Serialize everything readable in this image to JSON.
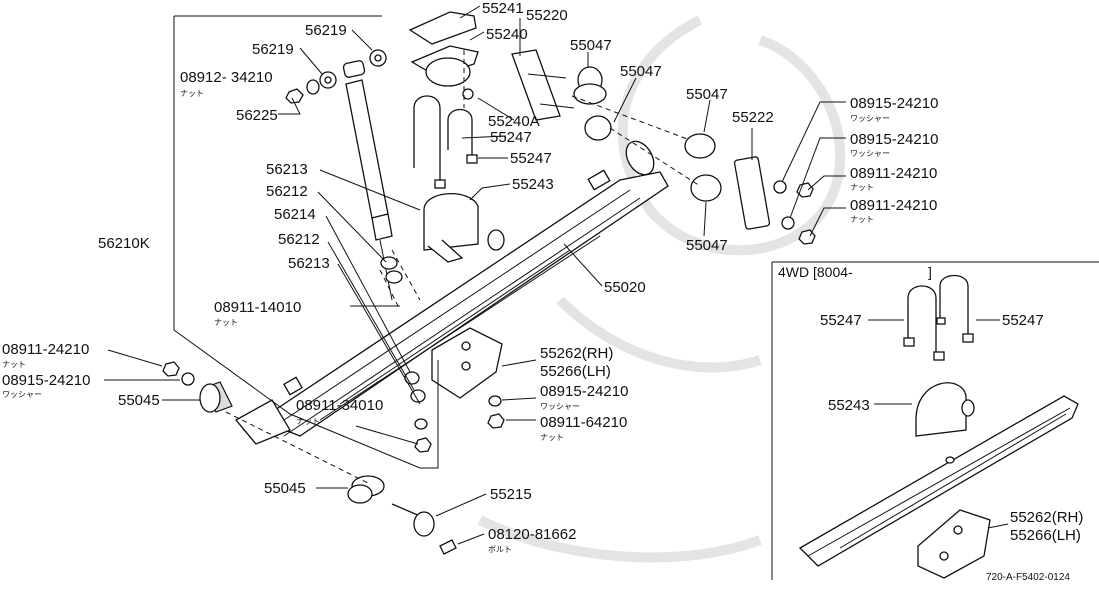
{
  "labels": {
    "p56219a": "56219",
    "p56219b": "56219",
    "p0891234210": "08912- 34210",
    "p0891234210_sub": "ナット",
    "p56225": "56225",
    "p55241": "55241",
    "p55220": "55220",
    "p55240": "55240",
    "p55240A": "55240A",
    "p55047a": "55047",
    "p55047b": "55047",
    "p55047c": "55047",
    "p55047d": "55047",
    "p55247a": "55247",
    "p55247b": "55247",
    "p55243": "55243",
    "p55222": "55222",
    "p0891524210a": "08915-24210",
    "p0891524210a_sub": "ワッシャー",
    "p0891524210b": "08915-24210",
    "p0891524210b_sub": "ワッシャー",
    "p0891124210a": "08911-24210",
    "p0891124210a_sub": "ナット",
    "p0891124210b": "08911-24210",
    "p0891124210b_sub": "ナット",
    "p56213a": "56213",
    "p56212a": "56212",
    "p56214": "56214",
    "p56212b": "56212",
    "p56213b": "56213",
    "p56210K": "56210K",
    "p55020": "55020",
    "p0891114010": "08911-14010",
    "p0891114010_sub": "ナット",
    "p0891124210c": "08911-24210",
    "p0891124210c_sub": "ナット",
    "p0891524210c": "08915-24210",
    "p0891524210c_sub": "ワッシャー",
    "p55045a": "55045",
    "p55262a": "55262(RH)",
    "p55266a": "55266(LH)",
    "p0891524210d": "08915-24210",
    "p0891524210d_sub": "ワッシャー",
    "p0891134010": "08911-34010",
    "p0891134010_sub": "ナット",
    "p0891164210": "08911-64210",
    "p0891164210_sub": "ナット",
    "p55045b": "55045",
    "p55215": "55215",
    "p0812081662": "08120-81662",
    "p0812081662_sub": "ボルト"
  },
  "inset": {
    "title": "4WD [8004-",
    "title_bracket": "]",
    "p55247a": "55247",
    "p55247b": "55247",
    "p55243": "55243",
    "p55262": "55262(RH)",
    "p55266": "55266(LH)"
  },
  "footer": {
    "code": "720-A-F5402-0124"
  }
}
